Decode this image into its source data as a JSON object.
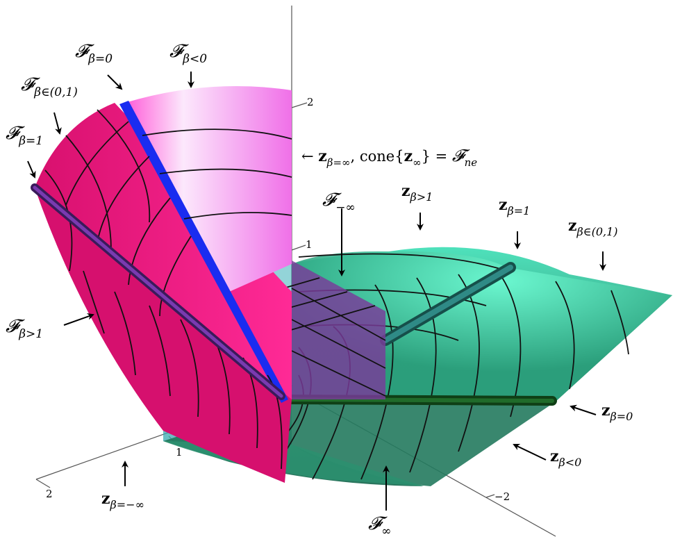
{
  "labels": {
    "F_beta_eq_0": {
      "base": "𝓕",
      "sub": "β=0"
    },
    "F_beta_lt_0": {
      "base": "𝓕",
      "sub": "β<0"
    },
    "F_beta_in_01": {
      "base": "𝓕",
      "sub": "β∈(0,1)"
    },
    "F_beta_eq_1": {
      "base": "𝓕",
      "sub": "β=1"
    },
    "F_beta_gt_1": {
      "base": "𝓕",
      "sub": "β>1"
    },
    "F_minus_inf": {
      "base": "𝓕",
      "sub": "−∞"
    },
    "F_inf": {
      "base": "𝓕",
      "sub": "∞"
    },
    "z_beta_inf": {
      "prefix": "← ",
      "base": "z",
      "sub": "β=∞",
      "mid": ", cone{",
      "base2": "z",
      "sub2": "∞",
      "end": "} = ",
      "base3": "𝓕",
      "sub3": "ne"
    },
    "z_beta_gt_1": {
      "base": "z",
      "sub": "β>1"
    },
    "z_beta_eq_1": {
      "base": "z",
      "sub": "β=1"
    },
    "z_beta_in_01": {
      "base": "z",
      "sub": "β∈(0,1)"
    },
    "z_beta_eq_0": {
      "base": "z",
      "sub": "β=0"
    },
    "z_beta_lt_0": {
      "base": "z",
      "sub": "β<0"
    },
    "z_beta_minus_inf": {
      "base": "z",
      "sub": "β=−∞"
    }
  },
  "ticks": {
    "z_top": "2",
    "z_mid": "1",
    "x_one": "1",
    "x_two": "2",
    "y_minus_two": "−2"
  },
  "colors": {
    "magenta_dark": "#e0157a",
    "magenta_light": "#f8c8f4",
    "blue_band": "#1a2cf0",
    "green_surface": "#2a8a68",
    "green_light": "#5ff0c8",
    "cyan_plane": "#3aaab0",
    "purple_plane": "#7a3a9a"
  }
}
